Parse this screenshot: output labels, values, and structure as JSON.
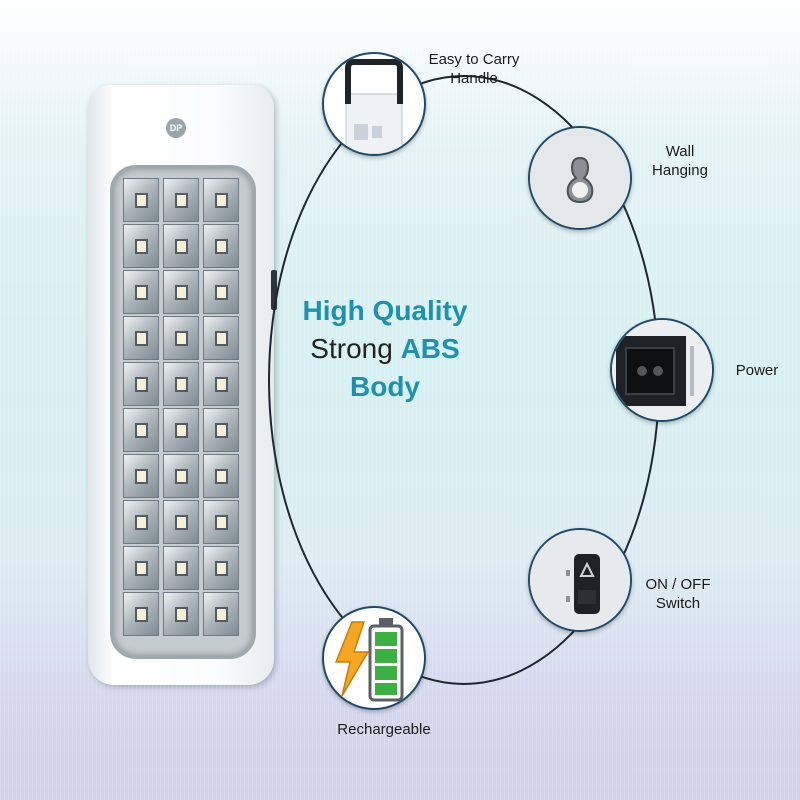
{
  "headline": {
    "line1": "High Quality",
    "line2_plain": "Strong ",
    "line2_accent": "ABS",
    "line3": "Body"
  },
  "product": {
    "logo_text": "DP",
    "led_count": 30
  },
  "features": [
    {
      "label": "Easy to Carry Handle",
      "icon": "handle-icon"
    },
    {
      "label": "Wall Hanging",
      "icon": "wall-hook-icon"
    },
    {
      "label": "Power",
      "icon": "power-socket-icon"
    },
    {
      "label": "ON / OFF Switch",
      "icon": "switch-icon"
    },
    {
      "label": "Rechargeable",
      "icon": "battery-charging-icon"
    }
  ],
  "labels": {
    "handle_l1": "Easy to Carry",
    "handle_l2": "Handle",
    "wall_l1": "Wall",
    "wall_l2": "Hanging",
    "power": "Power",
    "switch_l1": "ON / OFF",
    "switch_l2": "Switch",
    "recharge": "Rechargeable"
  },
  "colors": {
    "accent": "#1c92b0",
    "ring": "#1c2730",
    "circle_border": "#1e4a6b",
    "battery_green": "#3cb043",
    "bolt": "#f5a623"
  }
}
